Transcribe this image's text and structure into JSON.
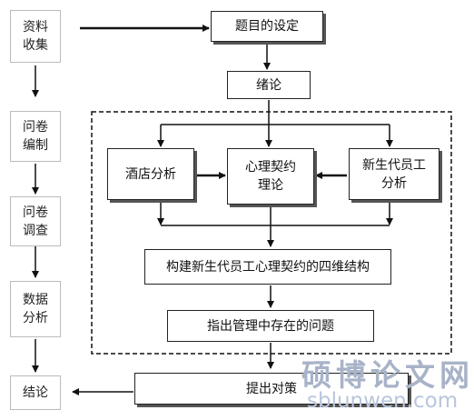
{
  "left_column": {
    "collect": "资料\n收集",
    "compile": "问卷\n编制",
    "survey": "问卷\n调查",
    "analysis": "数据\n分析",
    "conclusion": "结论"
  },
  "main": {
    "topic": "题目的设定",
    "intro": "绪论",
    "hotel": "酒店分析",
    "contract": "心理契约\n理论",
    "newgen": "新生代员工\n分析",
    "model": "构建新生代员工心理契约的四维结构",
    "problems": "指出管理中存在的问题",
    "measures": "提出对策"
  },
  "watermark": {
    "cn": "硕博论文网",
    "en": "sblunwen.com"
  }
}
